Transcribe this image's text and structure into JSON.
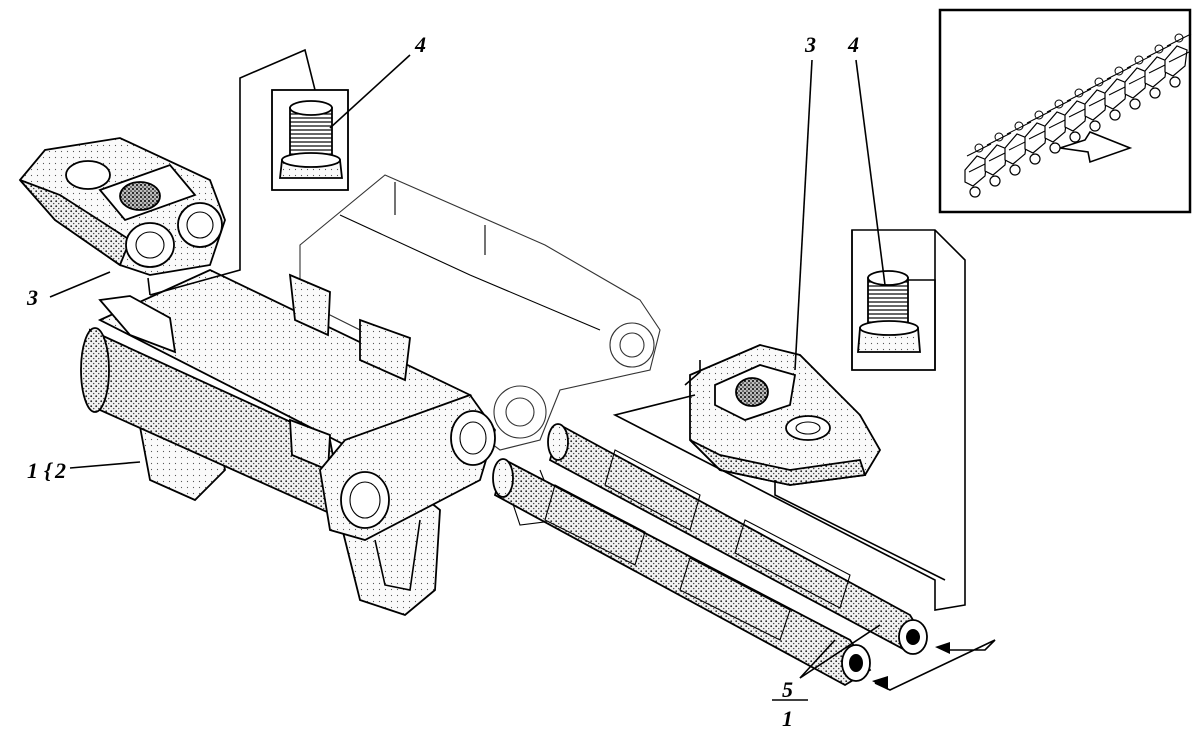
{
  "labels": {
    "part_3_left": "3",
    "part_3_right": "3",
    "part_4_left": "4",
    "part_4_right": "4",
    "part_1": "1",
    "part_2": "2",
    "part_5_num": "5",
    "part_5_den": "1"
  },
  "colors": {
    "ink": "#000000",
    "paper": "#ffffff",
    "stipple": "#1a1a1a"
  }
}
